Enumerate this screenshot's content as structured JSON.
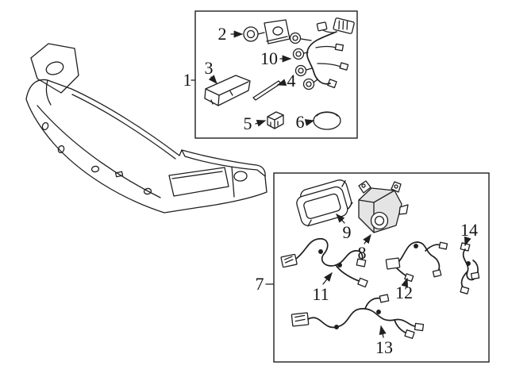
{
  "diagram": {
    "background_color": "#ffffff",
    "line_color": "#1f1f1f",
    "callouts": {
      "c1": "1",
      "c2": "2",
      "c3": "3",
      "c4": "4",
      "c5": "5",
      "c6": "6",
      "c7": "7",
      "c8": "8",
      "c9": "9",
      "c10": "10",
      "c11": "11",
      "c12": "12",
      "c13": "13",
      "c14": "14"
    }
  }
}
